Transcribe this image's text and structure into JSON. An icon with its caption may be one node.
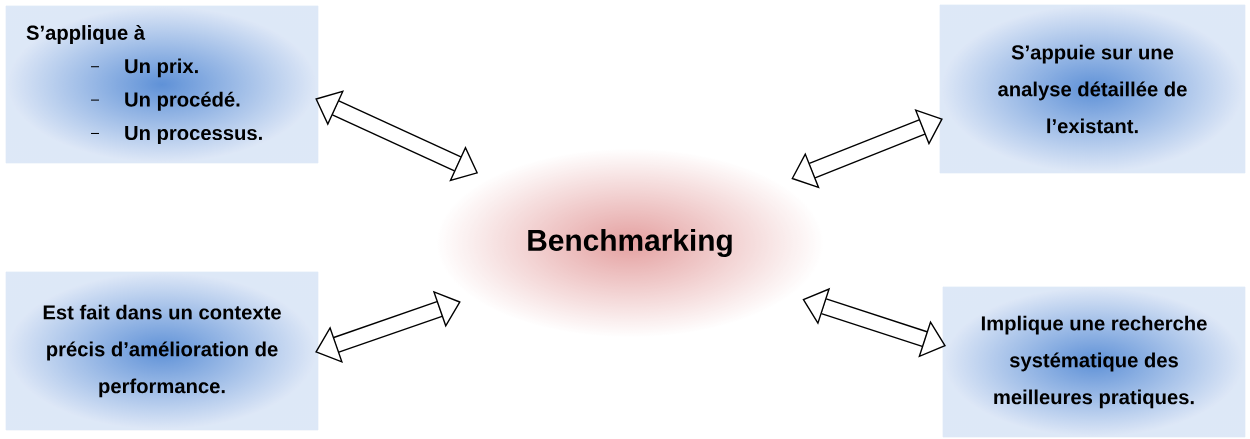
{
  "diagram": {
    "nodes": [
      {
        "text": [
          "S’applique à",
          "Un prix.",
          "Un procédé.",
          "Un processus."
        ]
      },
      {
        "text": [
          "S’appuie sur une analyse détaillée de l’existant."
        ]
      },
      {
        "text": [
          "Benchmarking"
        ]
      },
      {
        "text": [
          "Est fait dans un contexte précis d’amélioration de performance."
        ]
      },
      {
        "text": [
          "Implique une recherche systématique des meilleures pratiques."
        ]
      }
    ],
    "edges": [
      {
        "from": 0,
        "to": 2,
        "arrow": "both"
      },
      {
        "from": 1,
        "to": 2,
        "arrow": "both"
      },
      {
        "from": 3,
        "to": 2,
        "arrow": "both"
      },
      {
        "from": 4,
        "to": 2,
        "arrow": "both"
      }
    ]
  }
}
